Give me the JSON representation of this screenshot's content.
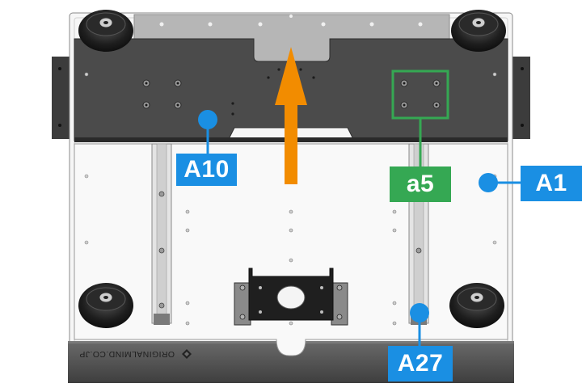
{
  "labels": {
    "a10": "A10",
    "a1": "A1",
    "a5": "a5",
    "a27": "A27"
  },
  "brand_text": "ORIGINALMIND.CO.JP",
  "colors": {
    "callout_blue": "#1a8fe3",
    "callout_green": "#35a853",
    "arrow_orange": "#f28c00",
    "frame_white": "#f4f4f4",
    "plate_dark": "#4a4a4a",
    "plate_silver": "#b8b8b8",
    "bottom_strip": "#5b5b5b"
  },
  "icons": {
    "arrow": "forward-direction-arrow",
    "callout_dot": "callout-dot",
    "foot": "rubber-foot"
  }
}
